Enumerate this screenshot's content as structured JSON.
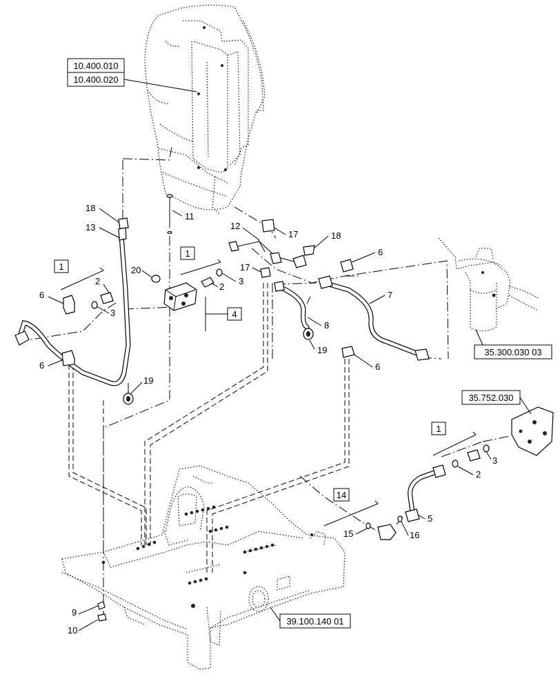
{
  "references": {
    "ref_10_400_010": "10.400.010",
    "ref_10_400_020": "10.400.020",
    "ref_35_300_030_03": "35.300.030 03",
    "ref_35_752_030": "35.752.030",
    "ref_39_100_140_01": "39.100.140 01"
  },
  "kits": {
    "kit_1_left": "1",
    "kit_1_center": "1",
    "kit_1_right": "1",
    "kit_4": "4",
    "kit_14": "14"
  },
  "callouts": {
    "c18_left": "18",
    "c13": "13",
    "c11": "11",
    "c12": "12",
    "c17_top": "17",
    "c18_right": "18",
    "c17_mid": "17",
    "c6_right_top": "6",
    "c20": "20",
    "c2_center": "2",
    "c3_center": "3",
    "c2_left": "2",
    "c3_left": "3",
    "c6_left_top": "6",
    "c7": "7",
    "c8": "8",
    "c19_right": "19",
    "c6_left_bottom": "6",
    "c6_right_bottom": "6",
    "c19_left": "19",
    "c3_right": "3",
    "c2_right": "2",
    "c5": "5",
    "c15": "15",
    "c16": "16",
    "c9": "9",
    "c10": "10"
  }
}
